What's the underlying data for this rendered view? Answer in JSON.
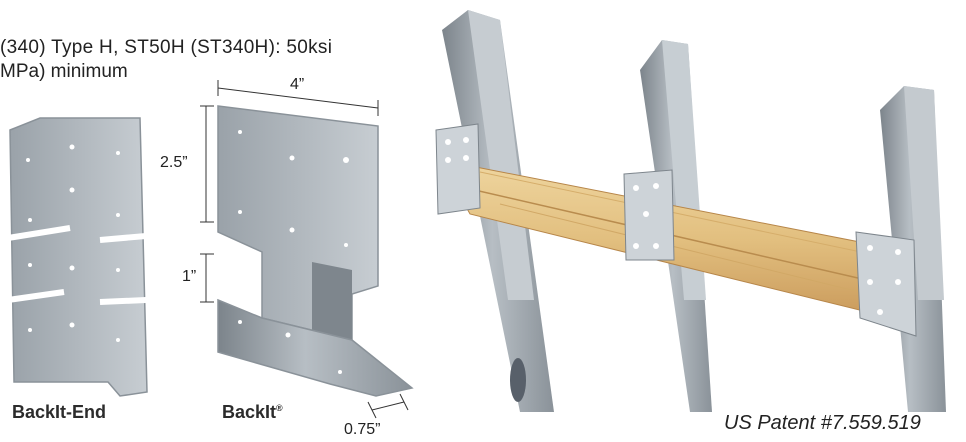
{
  "spec_text": {
    "line1": "(340) Type H, ST50H (ST340H): 50ksi",
    "line2": "MPa) minimum"
  },
  "labels": {
    "backit_end": "BackIt-End",
    "backit_main": "BackIt",
    "registered": "®"
  },
  "dimensions": {
    "width": "4”",
    "height": "2.5”",
    "tab": "1”",
    "depth": "0.75”"
  },
  "patent": "US Patent #7.559.519",
  "colors": {
    "steel": "#9ea6ad",
    "steel_dark": "#6f777e",
    "wood": "#e7c98c",
    "wood_dark": "#c89a57"
  }
}
